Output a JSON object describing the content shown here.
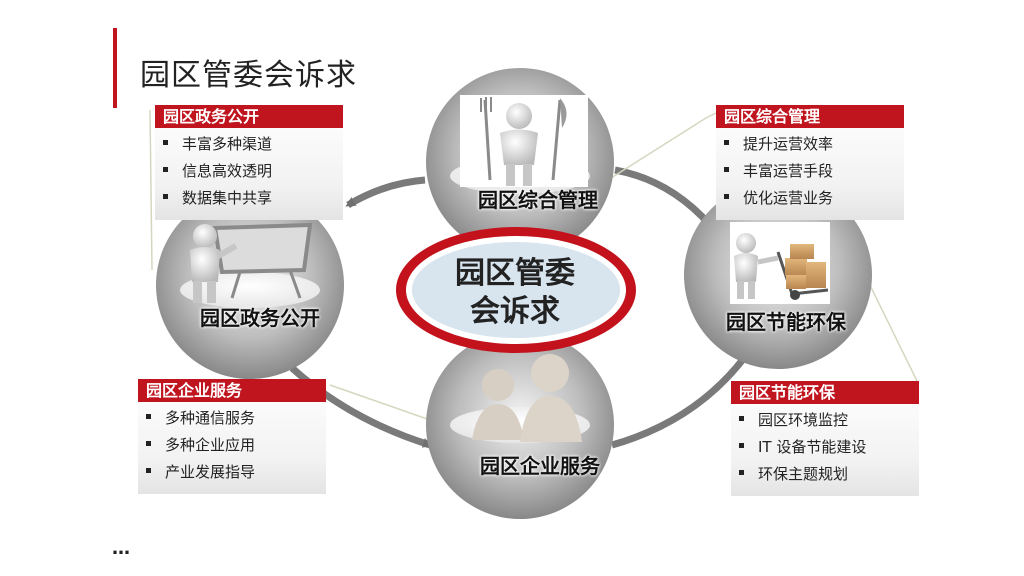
{
  "page": {
    "title": "园区管委会诉求"
  },
  "center": {
    "line1": "园区管委",
    "line2": "会诉求"
  },
  "nodes": {
    "top": "园区综合管理",
    "left": "园区政务公开",
    "right": "园区节能环保",
    "bottom": "园区企业服务"
  },
  "cards": {
    "gov_open": {
      "title": "园区政务公开",
      "items": [
        "丰富多种渠道",
        "信息高效透明",
        "数据集中共享"
      ]
    },
    "integrated_mgmt": {
      "title": "园区综合管理",
      "items": [
        "提升运营效率",
        "丰富运营手段",
        "优化运营业务"
      ]
    },
    "enterprise_service": {
      "title": "园区企业服务",
      "items": [
        "多种通信服务",
        "多种企业应用",
        "产业发展指导"
      ]
    },
    "energy_env": {
      "title": "园区节能环保",
      "items": [
        "园区环境监控",
        "IT 设备节能建设",
        "环保主题规划"
      ]
    }
  },
  "footer": {
    "ellipsis": "…"
  },
  "colors": {
    "accent": "#c0141e",
    "center_fill": "#d8e4ee",
    "arrow": "#7a7a7a"
  },
  "icons": {
    "top": "person-fork-knife-icon",
    "left": "person-presentation-board-icon",
    "right": "person-hand-truck-boxes-icon",
    "bottom": "two-people-icon"
  }
}
